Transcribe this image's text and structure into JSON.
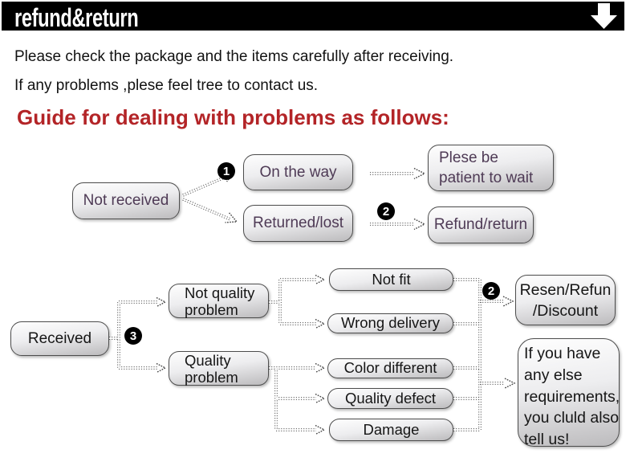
{
  "header": {
    "title": "refund&return",
    "icon": "down-arrow"
  },
  "intro": {
    "line1": "Please check the package and the items carefully after receiving.",
    "line2": "If any problems ,plese feel tree to contact us."
  },
  "guide_heading": "Guide for dealing with problems as follows:",
  "badges": {
    "one": "1",
    "two_top": "2",
    "two_bottom": "2",
    "three": "3"
  },
  "nodes": {
    "not_received": "Not received",
    "on_the_way": "On the way",
    "patient": "Plese be\npatient to wait",
    "returned_lost": "Returned/lost",
    "refund_return": "Refund/return",
    "received": "Received",
    "not_quality": "Not quality\nproblem",
    "quality": "Quality\n problem",
    "not_fit": "Not fit",
    "wrong_delivery": "Wrong delivery",
    "color_different": "Color different",
    "quality_defect": "Quality defect",
    "damage": "Damage",
    "resen": "Resen/Refun\n/Discount",
    "any_else": "If you have\nany else\nrequirements,\nyou cluld also\ntell us!"
  },
  "colors": {
    "header_bg": "#000000",
    "heading_red": "#b32427",
    "purple_node_text": "#4e3a55",
    "black_node_text": "#161616"
  }
}
